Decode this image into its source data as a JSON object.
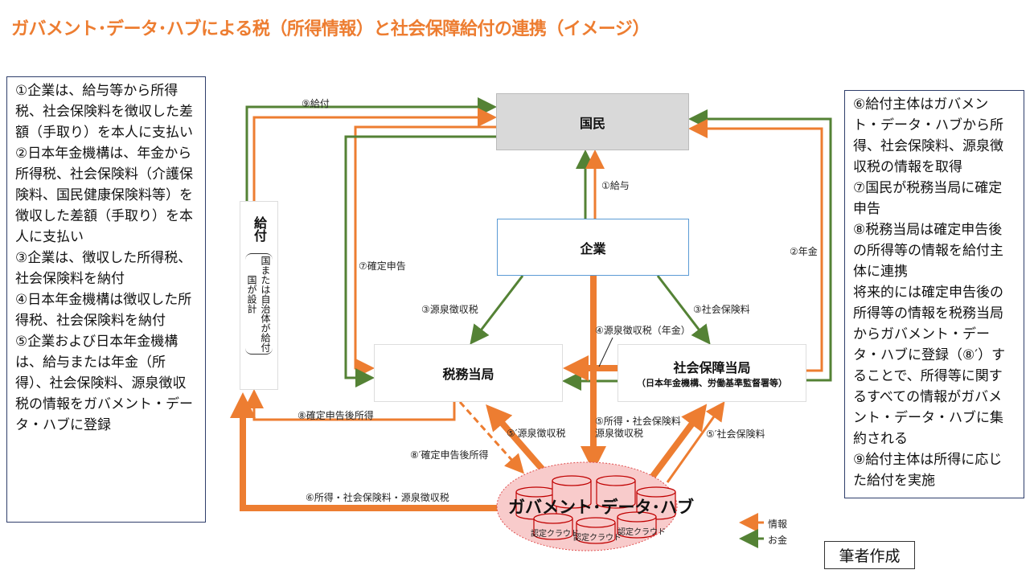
{
  "title": "ガバメント･データ･ハブによる税（所得情報）と社会保障給付の連携（イメージ）",
  "left_notes": [
    "①企業は、給与等から所得税、社会保険料を徴収した差額（手取り）を本人に支払い",
    "②日本年金機構は、年金から所得税、社会保険料（介護保険料、国民健康保険料等）を徴収した差額（手取り）を本人に支払い",
    "③企業は、徴収した所得税、社会保険料を納付",
    "④日本年金機構は徴収した所得税、社会保険料を納付",
    "⑤企業および日本年金機構は、給与または年金（所得）、社会保険料、源泉徴収税の情報をガバメント・データ・ハブに登録"
  ],
  "right_notes": [
    "⑥給付主体はガバメント・データ・ハブから所得、社会保険料、源泉徴収税の情報を取得",
    "⑦国民が税務当局に確定申告",
    "⑧税務当局は確定申告後の所得等の情報を給付主体に連携",
    "将来的には確定申告後の所得等の情報を税務当局からガバメント・データ・ハブに登録（⑧′）することで、所得等に関するすべての情報がガバメント・データ・ハブに集約される",
    "⑨給付主体は所得に応じた給付を実施"
  ],
  "nodes": {
    "kokumin": "国民",
    "kigyo": "企業",
    "zeimu": "税務当局",
    "shakai": "社会保障当局",
    "shakai_sub": "（日本年金機構、労働基準監督署等）",
    "kyufu": "給付",
    "kyufu_sub1": "国または自治体が給付",
    "kyufu_sub2": "国が設計",
    "hub": "ガバメント･データ･ハブ",
    "cloud": "認定クラウド"
  },
  "labels": {
    "l9": "⑨給付",
    "l7": "⑦確定申告",
    "l2": "②年金",
    "l1": "①給与",
    "l3a": "③源泉徴収税",
    "l3b": "③社会保険料",
    "l4": "④源泉徴収税（年金）",
    "l5a": "⑤所得・社会保険料",
    "l5b": "源泉徴収税",
    "l5c": "⑤′源泉徴収税",
    "l5d": "⑤′社会保険料",
    "l8": "⑧確定申告後所得",
    "l8b": "⑧′確定申告後所得",
    "l6": "⑥所得・社会保険料・源泉徴収税"
  },
  "legend": {
    "info": "情報",
    "money": "お金",
    "info_color": "#ED7D31",
    "money_color": "#548235"
  },
  "credit": "筆者作成"
}
